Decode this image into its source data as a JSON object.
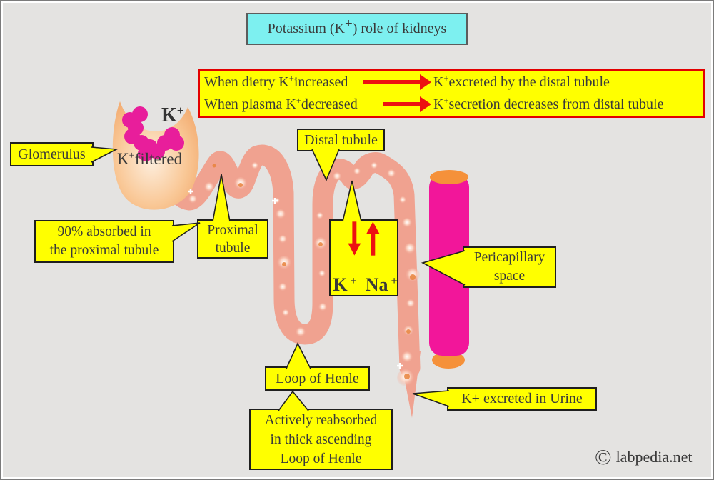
{
  "colors": {
    "background": "#e4e3e1",
    "label_bg": "#ffff00",
    "label_border": "#1f1f1f",
    "title_bg": "#7df0f0",
    "info_border": "#e30000",
    "red_arrow": "#ed1111",
    "tube": "#f0a290",
    "capillary": "#f2169a",
    "capillary_ends": "#f5913a",
    "dots": "#e81e9b",
    "glomerulus_outer": "#f0a061",
    "text": "#3a3a3a"
  },
  "title": {
    "segments": [
      {
        "t": "Potassium (K"
      },
      {
        "t": "+",
        "sup": true
      },
      {
        "t": ")  role of kidneys"
      }
    ]
  },
  "info_box": {
    "line1_left": [
      {
        "t": "When dietry K"
      },
      {
        "t": "+",
        "sup": true
      },
      {
        "t": "increased"
      }
    ],
    "line1_right": [
      {
        "t": "K"
      },
      {
        "t": "+",
        "sup": true
      },
      {
        "t": "excreted by the distal tubule"
      }
    ],
    "line2_left": [
      {
        "t": "When plasma K"
      },
      {
        "t": "+",
        "sup": true
      },
      {
        "t": "decreased"
      }
    ],
    "line2_right": [
      {
        "t": "K"
      },
      {
        "t": "+",
        "sup": true
      },
      {
        "t": "secretion decreases from distal tubule"
      }
    ]
  },
  "diagram": {
    "glomerulus_label": "Glomerulus",
    "k_plus_big": [
      {
        "t": "K"
      },
      {
        "t": "+",
        "sup": true
      }
    ],
    "k_filtered": [
      {
        "t": "K"
      },
      {
        "t": "+",
        "sup": true
      },
      {
        "t": "filtered"
      }
    ],
    "ninety_percent_label": "90% absorbed in\nthe proximal tubule",
    "proximal_tubule_label": "Proximal\ntubule",
    "distal_tubule_label": "Distal tubule",
    "k_na_box": {
      "k": [
        {
          "t": "K"
        },
        {
          "t": "+",
          "sup": true
        }
      ],
      "na": [
        {
          "t": "Na"
        },
        {
          "t": "+",
          "sup": true
        }
      ]
    },
    "pericapillary_label": "Pericapillary\nspace",
    "loop_label": "Loop of Henle",
    "actively_label": "Actively reabsorbed\nin thick ascending\nLoop of Henle",
    "urine_label": "K+ excreted in Urine"
  },
  "watermark": {
    "copyright": "©",
    "site": "labpedia.net"
  }
}
